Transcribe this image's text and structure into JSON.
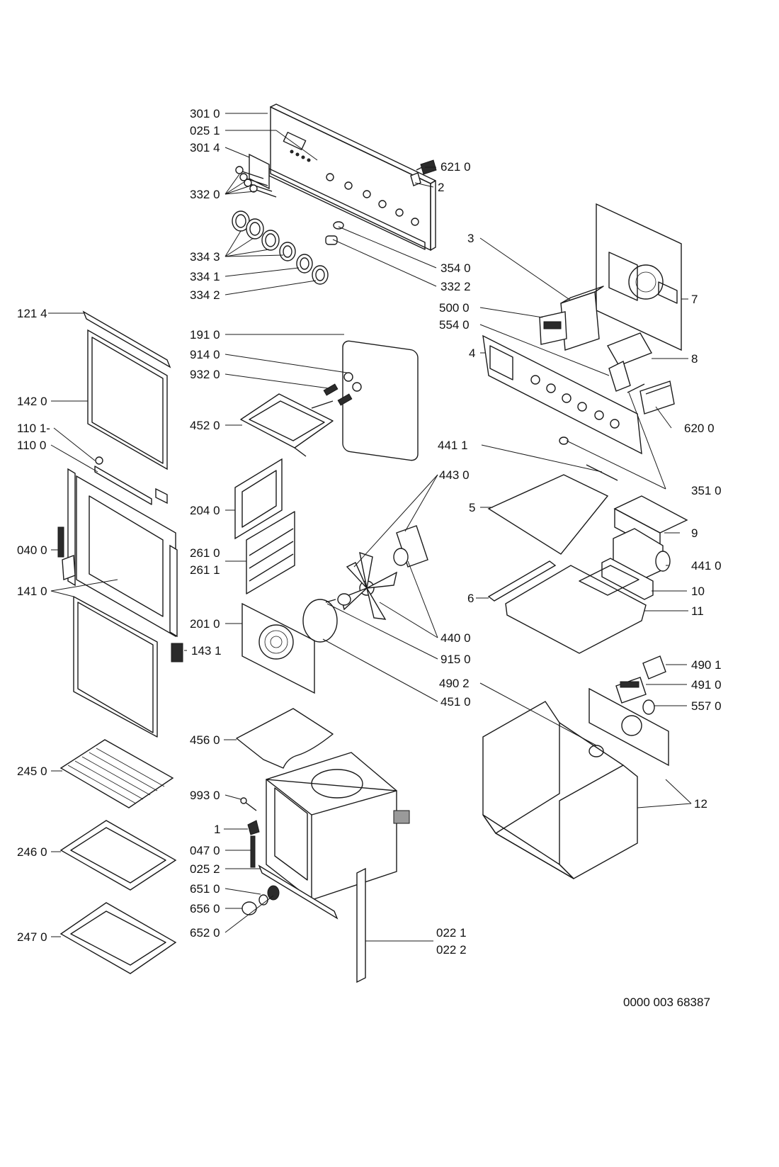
{
  "labels": {
    "p3010": "301 0",
    "p0251": "025 1",
    "p3014": "301 4",
    "p3320": "332 0",
    "p6210": "621 0",
    "p2": "2",
    "p3343": "334 3",
    "p3341": "334 1",
    "p3342": "334 2",
    "p3540": "354 0",
    "p3322": "332 2",
    "p3": "3",
    "p7": "7",
    "p5000": "500 0",
    "p5540": "554 0",
    "p4": "4",
    "p8": "8",
    "p1214": "121 4",
    "p1910": "191 0",
    "p9140": "914 0",
    "p9320": "932 0",
    "p1420": "142 0",
    "p4520": "452 0",
    "p6200": "620 0",
    "p1101": "110 1-",
    "p1100": "110 0",
    "p4411": "441 1",
    "p3510": "351 0",
    "p4430": "443 0",
    "p2040": "204 0",
    "p5": "5",
    "p9": "9",
    "p0400": "040 0",
    "p2610": "261 0",
    "p2611": "261 1",
    "p4410": "441 0",
    "p1410": "141 0",
    "p10": "10",
    "p6": "6",
    "p11": "11",
    "p2010": "201 0",
    "p4400": "440 0",
    "p1431": "143 1",
    "p9150": "915 0",
    "p4901": "490 1",
    "p4902": "490 2",
    "p4910": "491 0",
    "p4510": "451 0",
    "p5570": "557 0",
    "p4560": "456 0",
    "p2450": "245 0",
    "p9930": "993 0",
    "p12": "12",
    "p1": "1",
    "p0470": "047 0",
    "p2460": "246 0",
    "p0252": "025 2",
    "p6510": "651 0",
    "p6560": "656 0",
    "p6520": "652 0",
    "p2470": "247 0",
    "p0221": "022 1",
    "p0222": "022 2"
  },
  "footer": {
    "drawing_number": "0000 003 68387"
  }
}
